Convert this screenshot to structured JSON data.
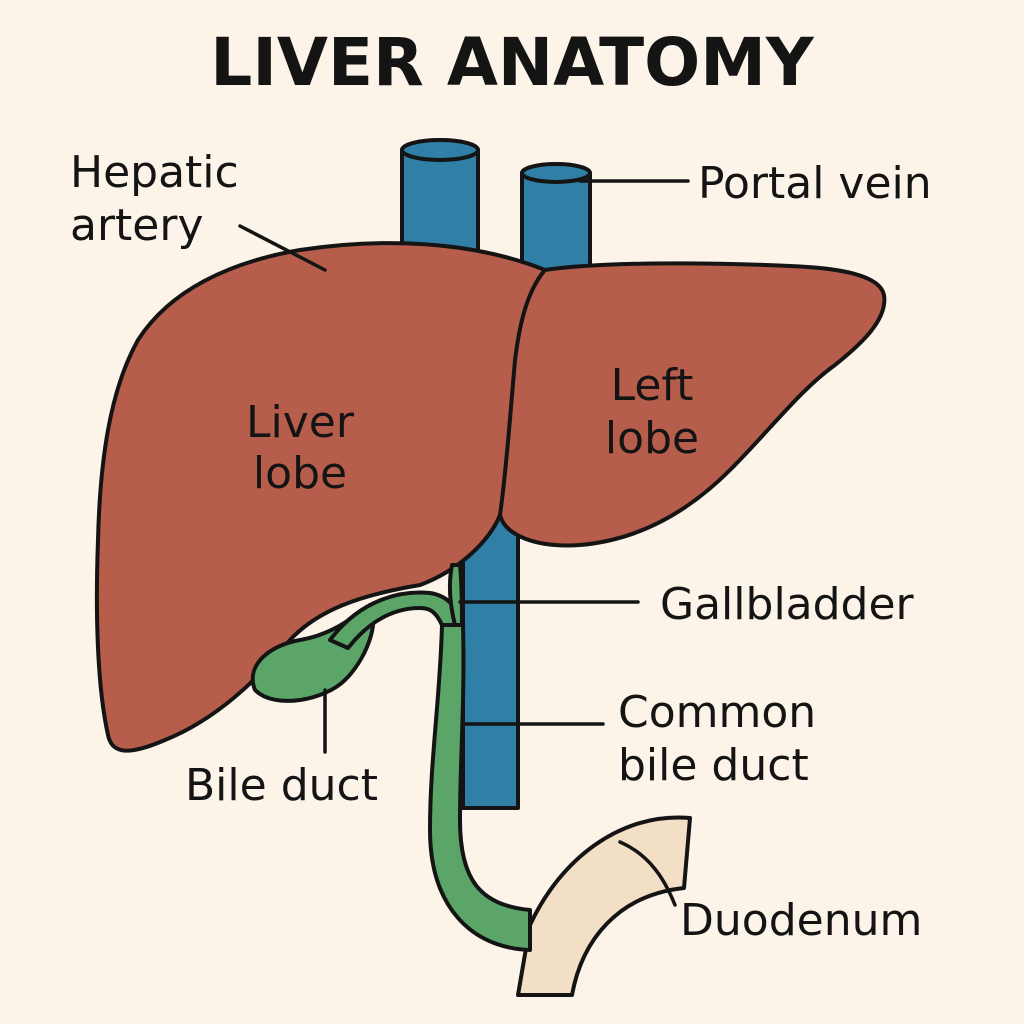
{
  "title": "LIVER ANATOMY",
  "labels": {
    "hepatic_artery": [
      "Hepatic",
      "artery"
    ],
    "portal_vein": "Portal vein",
    "right_lobe": [
      "Liver",
      "lobe"
    ],
    "left_lobe": [
      "Left",
      "lobe"
    ],
    "gallbladder": "Gallbladder",
    "common_bile_duct": [
      "Common",
      "bile duct"
    ],
    "bile_duct": "Bile duct",
    "duodenum": "Duodenum"
  },
  "colors": {
    "background": "#FCF4E8",
    "liver": "#B65E4B",
    "vessel": "#2F7FA7",
    "bile": "#5BA568",
    "duodenum": "#F2DFC6",
    "outline": "#141414"
  }
}
